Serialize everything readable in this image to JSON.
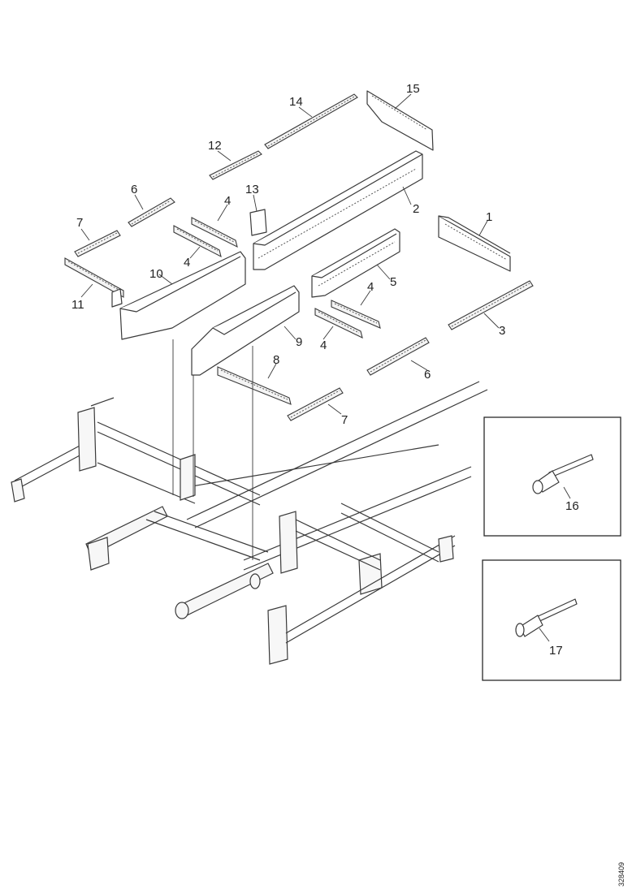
{
  "diagram": {
    "callouts": {
      "c1": "1",
      "c2": "2",
      "c3": "3",
      "c4a": "4",
      "c4b": "4",
      "c4c": "4",
      "c4d": "4",
      "c5": "5",
      "c6a": "6",
      "c6b": "6",
      "c7a": "7",
      "c7b": "7",
      "c8": "8",
      "c9": "9",
      "c10": "10",
      "c11": "11",
      "c12": "12",
      "c13": "13",
      "c14": "14",
      "c15": "15",
      "c16": "16",
      "c17": "17"
    },
    "reference_number": "328409"
  }
}
